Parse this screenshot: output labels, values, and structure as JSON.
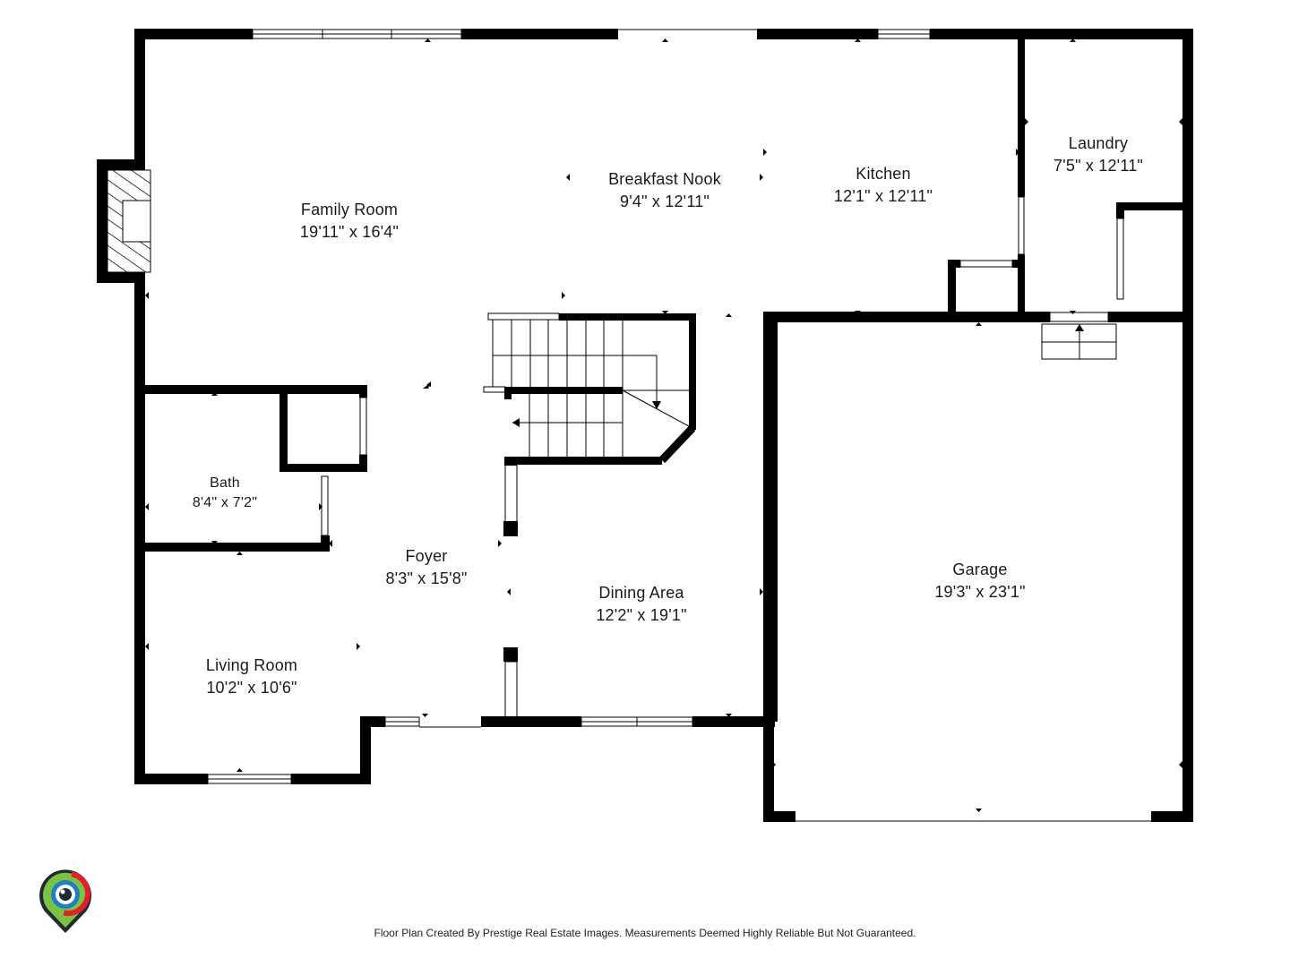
{
  "rooms": {
    "family_room": {
      "name": "Family Room",
      "dim": "19'11\" x 16'4\""
    },
    "breakfast_nook": {
      "name": "Breakfast Nook",
      "dim": "9'4\" x 12'11\""
    },
    "kitchen": {
      "name": "Kitchen",
      "dim": "12'1\" x 12'11\""
    },
    "laundry": {
      "name": "Laundry",
      "dim": "7'5\" x 12'11\""
    },
    "bath": {
      "name": "Bath",
      "dim": "8'4\" x 7'2\""
    },
    "foyer": {
      "name": "Foyer",
      "dim": "8'3\" x 15'8\""
    },
    "dining_area": {
      "name": "Dining Area",
      "dim": "12'2\" x 19'1\""
    },
    "living_room": {
      "name": "Living Room",
      "dim": "10'2\" x 10'6\""
    },
    "garage": {
      "name": "Garage",
      "dim": "19'3\" x 23'1\""
    }
  },
  "footer": {
    "disclaimer": "Floor Plan Created By Prestige Real Estate Images. Measurements Deemed Highly Reliable But Not Guaranteed."
  },
  "colors": {
    "wall": "#000000",
    "logo_green": "#7cc242",
    "logo_red": "#e2202c",
    "logo_blue": "#1f7fc2"
  }
}
